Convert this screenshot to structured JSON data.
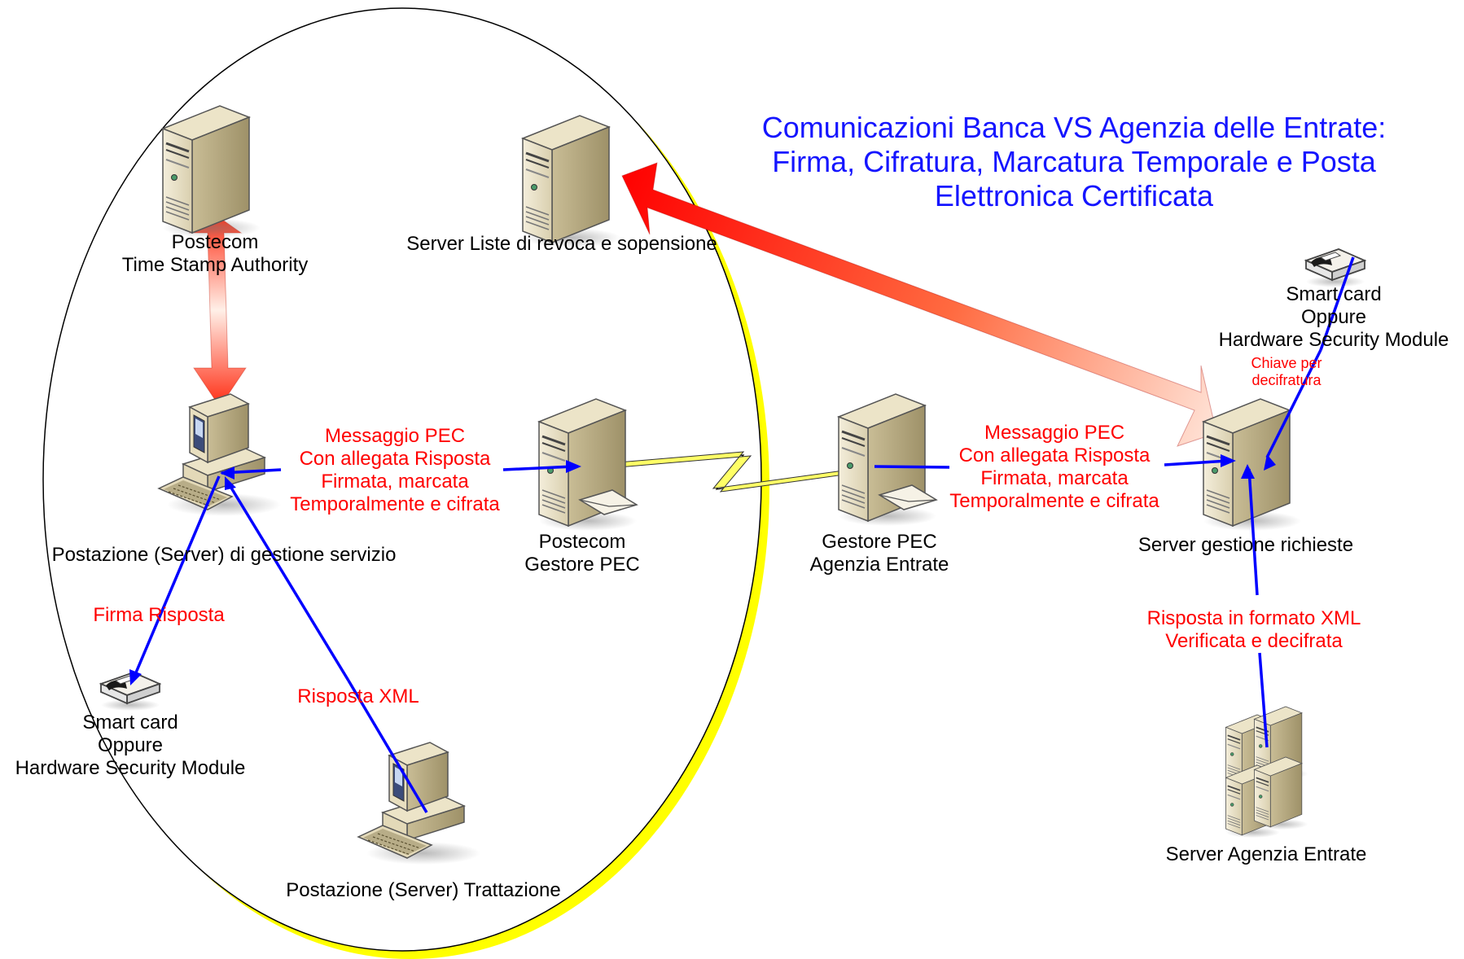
{
  "title_lines": [
    "Comunicazioni Banca VS Agenzia delle Entrate:",
    "Firma, Cifratura, Marcatura Temporale e Posta",
    "Elettronica Certificata"
  ],
  "nodes": {
    "tsa": [
      "Postecom",
      "Time Stamp Authority"
    ],
    "crl": [
      "Server Liste di revoca e sopensione"
    ],
    "workstation": [
      "Postazione (Server) di gestione servizio"
    ],
    "pec_postecom": [
      "Postecom",
      "Gestore PEC"
    ],
    "pec_agenzia": [
      "Gestore PEC",
      "Agenzia Entrate"
    ],
    "request_server": [
      "Server gestione richieste"
    ],
    "smartcard_left": [
      "Smart card",
      "Oppure",
      "Hardware Security Module"
    ],
    "smartcard_right": [
      "Smart card",
      "Oppure",
      "Hardware Security Module"
    ],
    "treatment": [
      "Postazione (Server) Trattazione"
    ],
    "agenzia_servers": [
      "Server Agenzia Entrate"
    ]
  },
  "flow_labels": {
    "pec_message_left": [
      "Messaggio PEC",
      "Con allegata Risposta",
      "Firmata, marcata",
      "Temporalmente e cifrata"
    ],
    "pec_message_right": [
      "Messaggio PEC",
      "Con allegata Risposta",
      "Firmata, marcata",
      "Temporalmente e cifrata"
    ],
    "sign_response": [
      "Firma Risposta"
    ],
    "xml_response": [
      "Risposta XML"
    ],
    "decrypt_key": [
      "Chiave per",
      "decifratura"
    ],
    "xml_verified": [
      "Risposta in formato XML",
      "Verificata e decifrata"
    ]
  },
  "colors": {
    "title": "#1515ff",
    "flow_label": "#ff0000",
    "flow_line": "#0000ff",
    "big_arrow_light": "#ffd6c8",
    "big_arrow_dark": "#ff0000",
    "ellipse_shadow": "#ffff00"
  }
}
